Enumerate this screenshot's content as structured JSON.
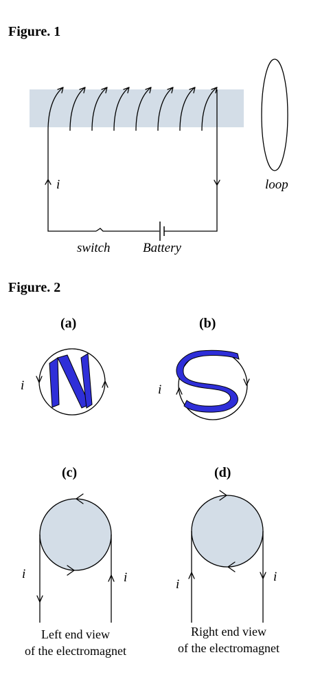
{
  "figure1": {
    "title": "Figure. 1",
    "current_label": "i",
    "switch_label": "switch",
    "battery_label": "Battery",
    "loop_label": "loop",
    "colors": {
      "core": "#d3dde7",
      "wire": "#000000"
    }
  },
  "figure2": {
    "title": "Figure. 2",
    "panels": [
      {
        "label": "(a)",
        "letter": "N",
        "current_label": "i"
      },
      {
        "label": "(b)",
        "letter": "S",
        "current_label": "i"
      },
      {
        "label": "(c)",
        "current_left": "i",
        "current_right": "i",
        "caption_line1": "Left end view",
        "caption_line2": "of the electromagnet"
      },
      {
        "label": "(d)",
        "current_left": "i",
        "current_right": "i",
        "caption_line1": "Right end view",
        "caption_line2": "of the electromagnet"
      }
    ],
    "colors": {
      "letter_fill": "#2f2fd8",
      "disk_fill": "#d3dde7"
    }
  }
}
